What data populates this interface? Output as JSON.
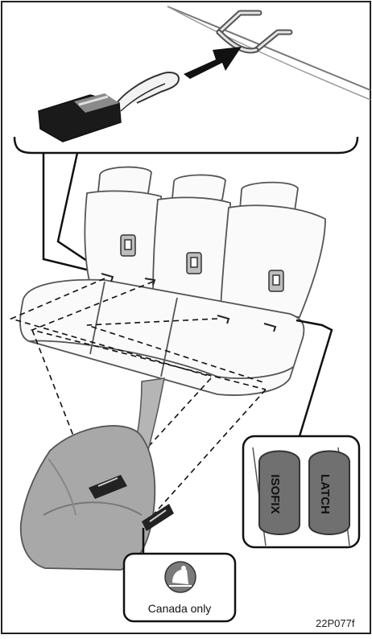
{
  "figure": {
    "figure_code": "22P077f",
    "region_note": "Canada only",
    "anchor_tags": [
      "ISOFIX",
      "LATCH"
    ]
  },
  "icons": [
    "child-seat-symbol-icon",
    "arrow-icon"
  ]
}
